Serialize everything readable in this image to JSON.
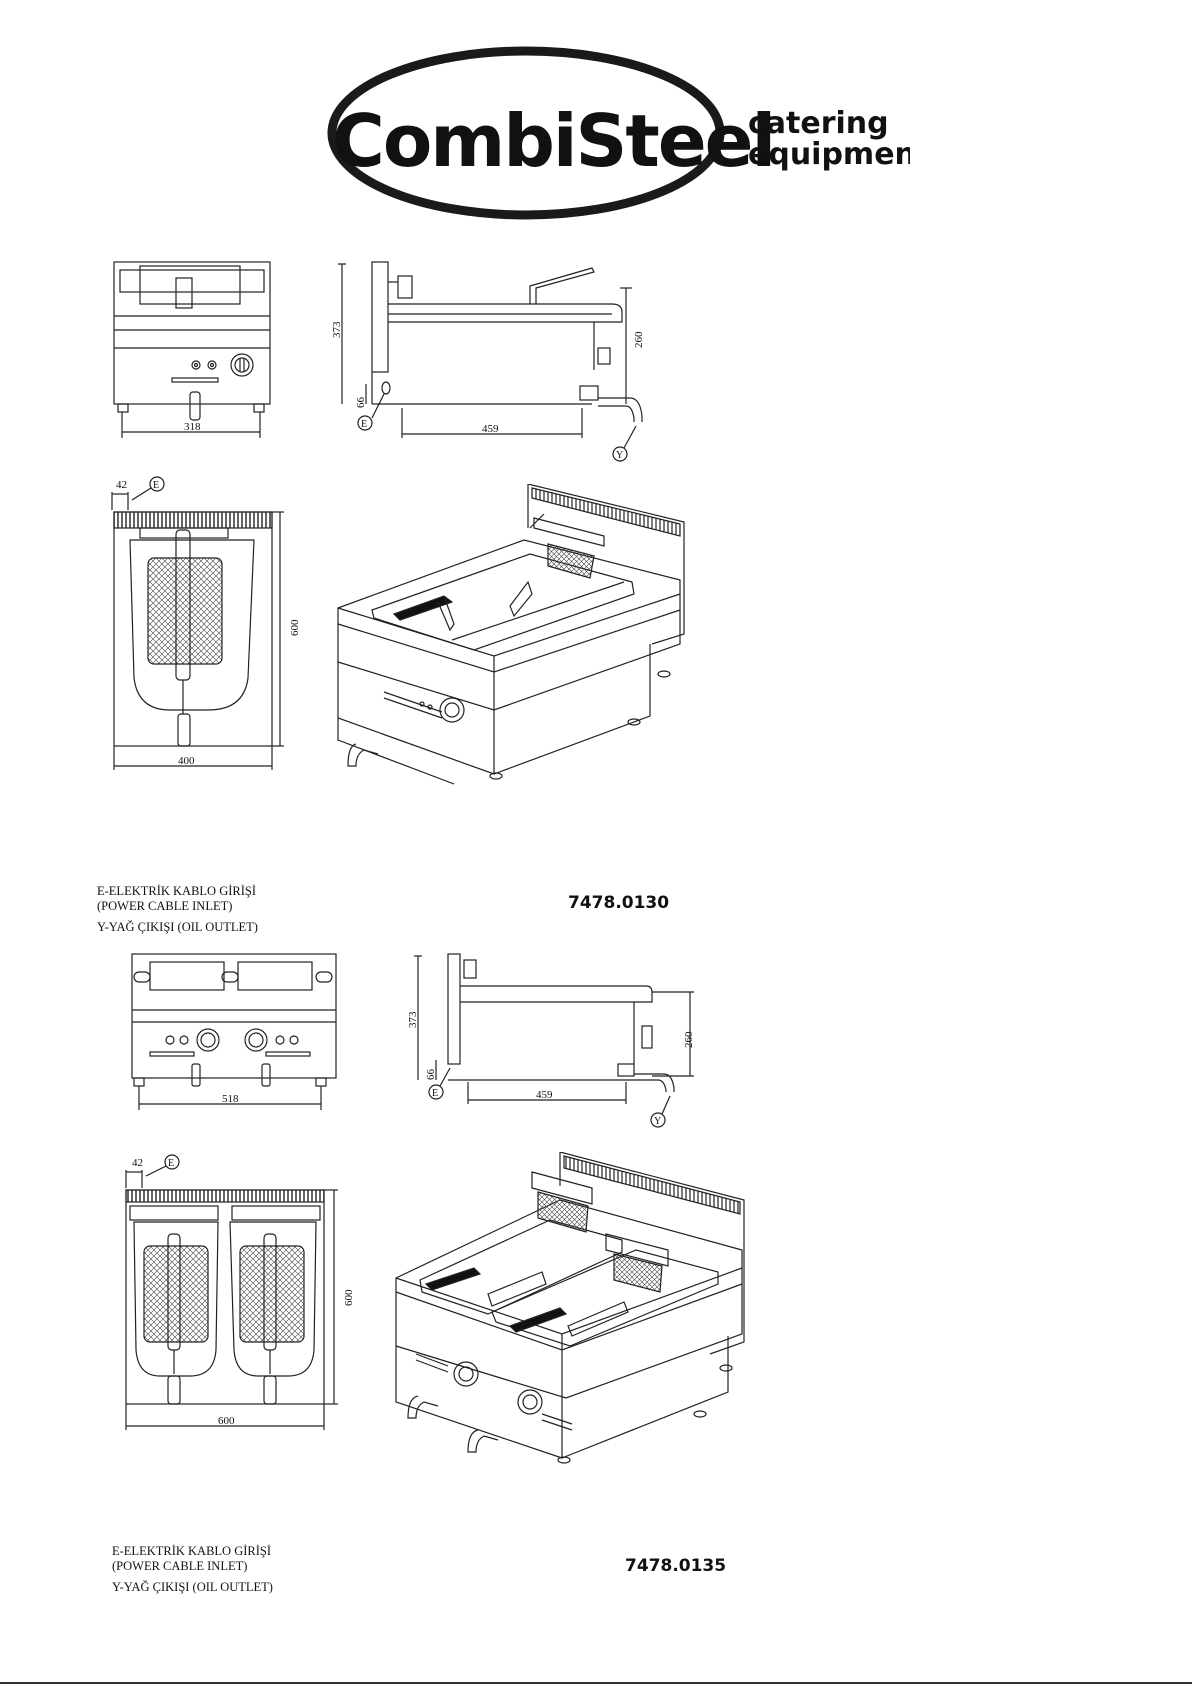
{
  "logo": {
    "brand": "CombiSteel",
    "tagline_line1": "catering",
    "tagline_line2": "equipment"
  },
  "legend": {
    "electric_inlet": "E-ELEKTRİK KABLO GİRİŞİ",
    "electric_inlet_en": "(POWER CABLE INLET)",
    "oil_outlet": "Y-YAĞ ÇIKIŞI (OIL OUTLET)"
  },
  "markers": {
    "e": "E",
    "y": "Y"
  },
  "models": [
    {
      "code": "7478.0130",
      "dims": {
        "front_width": "318",
        "height": "373",
        "foot": "66",
        "depth": "459",
        "side_height": "260",
        "offset": "42",
        "plan_depth": "600",
        "plan_width": "400"
      }
    },
    {
      "code": "7478.0135",
      "dims": {
        "front_width": "518",
        "height": "373",
        "foot": "66",
        "depth": "459",
        "side_height": "260",
        "offset": "42",
        "plan_depth": "600",
        "plan_width": "600"
      }
    }
  ]
}
